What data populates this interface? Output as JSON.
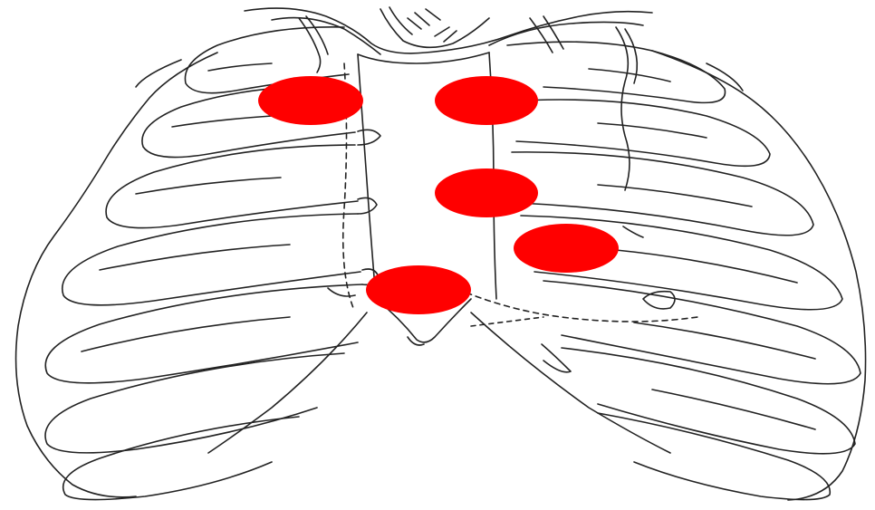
{
  "image": {
    "subject": "anterior-rib-cage-line-drawing",
    "background_color": "#ffffff",
    "line_color": "#222222",
    "marker_color": "#ff0000"
  },
  "markers": [
    {
      "name": "marker-upper-right-sternal-border"
    },
    {
      "name": "marker-upper-left-sternal-border"
    },
    {
      "name": "marker-lower-left-sternal-border"
    },
    {
      "name": "marker-cardiac-apex"
    },
    {
      "name": "marker-xiphoid"
    }
  ]
}
